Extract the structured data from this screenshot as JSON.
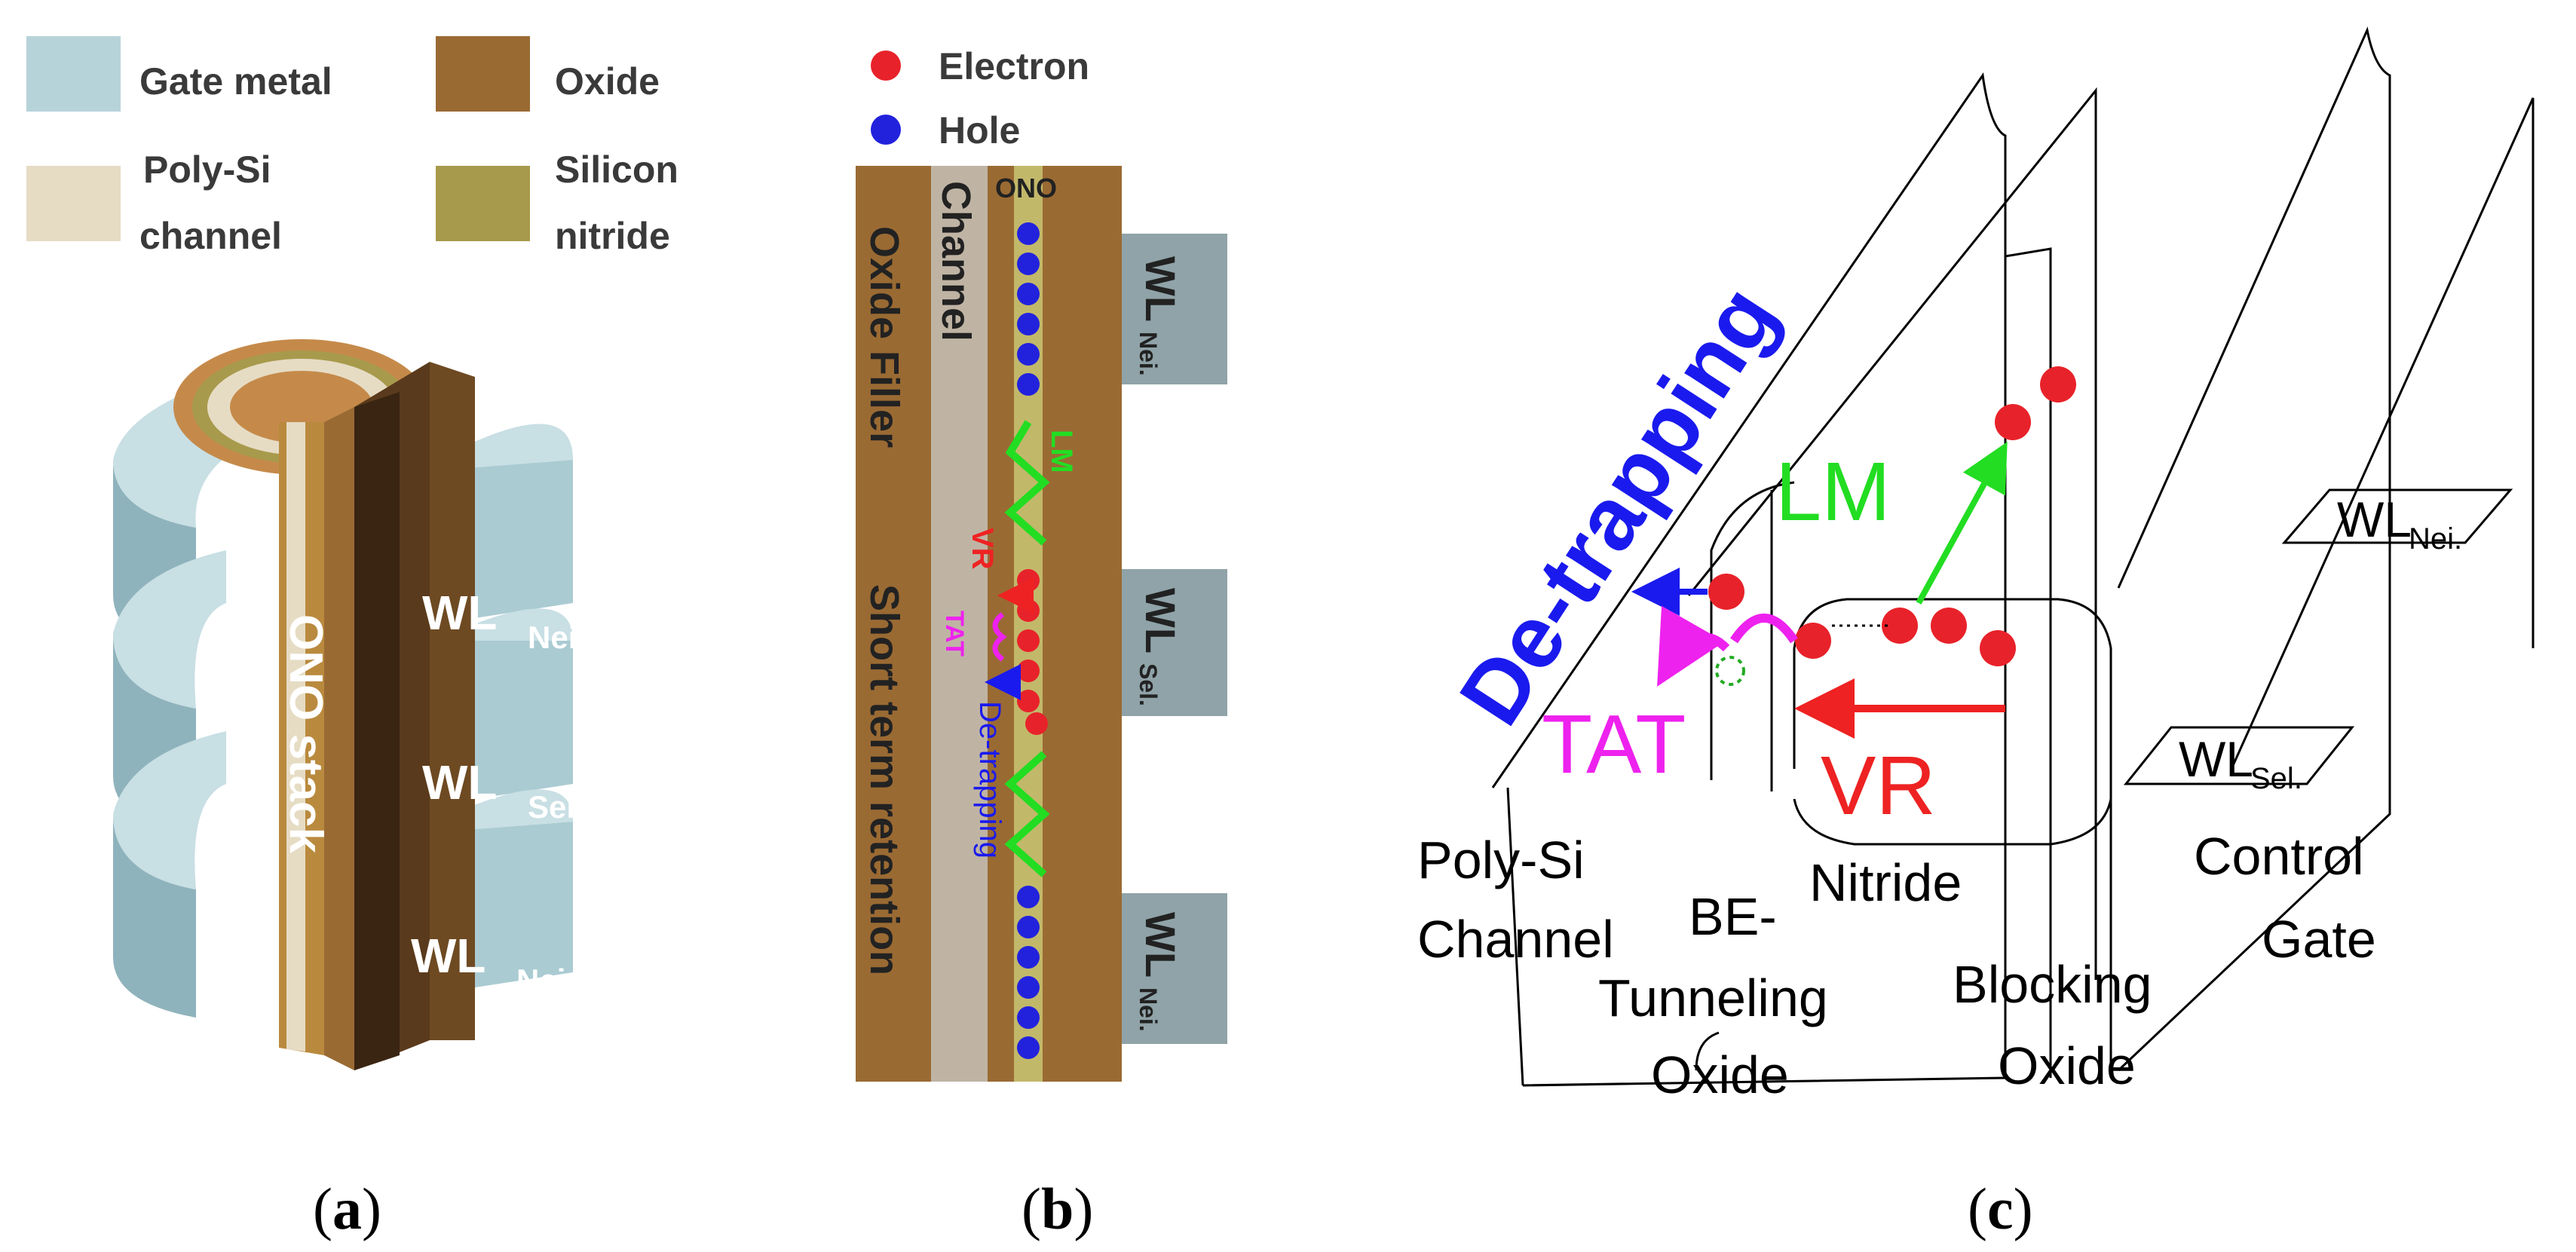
{
  "panel_a": {
    "legend": [
      {
        "label": "Gate metal",
        "color": "#b7d3da"
      },
      {
        "label_line1": "Poly-Si",
        "label_line2": "channel",
        "color": "#e6dcc4"
      },
      {
        "label": "Oxide",
        "color": "#9a6a33"
      },
      {
        "label_line1": "Silicon",
        "label_line2": "nitride",
        "color": "#a89a4c"
      }
    ],
    "ono_stack": "ONO stack",
    "wl_top": {
      "main": "WL",
      "sub": "Nei."
    },
    "wl_mid": {
      "main": "WL",
      "sub": "Sel."
    },
    "wl_bot": {
      "main": "WL",
      "sub": "Nei."
    },
    "caption": {
      "open": "(",
      "letter": "a",
      "close": ")"
    }
  },
  "panel_b": {
    "legend": [
      {
        "label": "Electron",
        "color": "#e8222a"
      },
      {
        "label": "Hole",
        "color": "#2222dd"
      }
    ],
    "ono": "ONO",
    "oxide_filler": "Oxide Filler",
    "channel": "Channel",
    "short_term": "Short term retention",
    "lm": "LM",
    "vr": "VR",
    "tat": "TAT",
    "detrapping": "De-trapping",
    "wl_top": {
      "main": "WL",
      "sub": "Nei."
    },
    "wl_mid": {
      "main": "WL",
      "sub": "Sel."
    },
    "wl_bot": {
      "main": "WL",
      "sub": "Nei."
    },
    "caption": {
      "open": "(",
      "letter": "b",
      "close": ")"
    }
  },
  "panel_c": {
    "detrapping": "De-trapping",
    "lm": "LM",
    "tat": "TAT",
    "vr": "VR",
    "poly_si_1": "Poly-Si",
    "poly_si_2": "Channel",
    "be_1": "BE-",
    "be_2": "Tunneling",
    "be_3": "Oxide",
    "nitride": "Nitride",
    "blocking_1": "Blocking",
    "blocking_2": "Oxide",
    "control_1": "Control",
    "control_2": "Gate",
    "wl_nei": {
      "main": "WL",
      "sub": "Nei."
    },
    "wl_sel": {
      "main": "WL",
      "sub": "Sel."
    },
    "caption": {
      "open": "(",
      "letter": "c",
      "close": ")"
    }
  },
  "colors": {
    "electron": "#e8222a",
    "hole": "#2222dd",
    "lm": "#22dd22",
    "tat": "#ee22ee",
    "detrapping": "#1a1aee",
    "vr": "#ee2222",
    "gate_metal": "#b7d3da",
    "oxide": "#9a6a33",
    "nitride": "#a89a4c",
    "channel": "#e6dcc4"
  }
}
